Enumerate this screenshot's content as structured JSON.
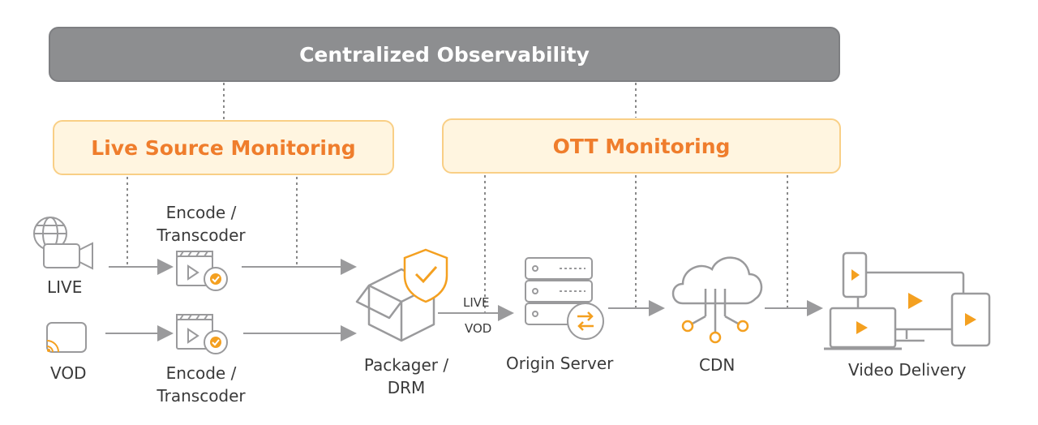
{
  "observability": {
    "title": "Centralized Observability"
  },
  "monitoring": {
    "live_source": "Live Source Monitoring",
    "ott": "OTT Monitoring"
  },
  "sources": {
    "live": "LIVE",
    "vod": "VOD"
  },
  "encoders": {
    "top": {
      "line1": "Encode /",
      "line2": "Transcoder"
    },
    "bottom": {
      "line1": "Encode /",
      "line2": "Transcoder"
    }
  },
  "packager": {
    "line1": "Packager /",
    "line2": "DRM"
  },
  "stream_labels": {
    "live": "LIVE",
    "vod": "VOD"
  },
  "origin": {
    "label": "Origin Server"
  },
  "cdn": {
    "label": "CDN"
  },
  "delivery": {
    "label": "Video Delivery"
  },
  "colors": {
    "banner_gray": "#8d8e90",
    "accent_orange": "#ef7d2c",
    "monitor_fill": "#fff5e0",
    "icon_gray": "#9a9a9c",
    "icon_orange": "#f4a020"
  }
}
